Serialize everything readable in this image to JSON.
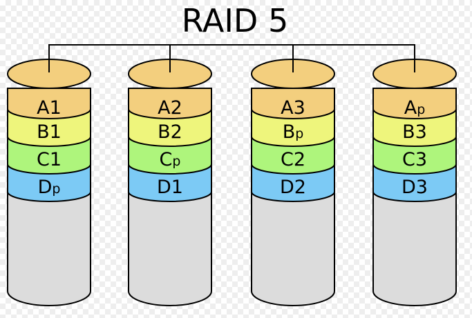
{
  "title": "RAID 5",
  "colors": {
    "A": "#f3cf7e",
    "B": "#eef57c",
    "C": "#aef57c",
    "D": "#7ccaf5",
    "empty": "#dcdcdc",
    "stroke": "#000000"
  },
  "disks": [
    {
      "blocks": [
        {
          "row": "A",
          "main": "A",
          "sub": "1"
        },
        {
          "row": "B",
          "main": "B",
          "sub": "1"
        },
        {
          "row": "C",
          "main": "C",
          "sub": "1"
        },
        {
          "row": "D",
          "main": "D",
          "sub": "p"
        }
      ]
    },
    {
      "blocks": [
        {
          "row": "A",
          "main": "A",
          "sub": "2"
        },
        {
          "row": "B",
          "main": "B",
          "sub": "2"
        },
        {
          "row": "C",
          "main": "C",
          "sub": "p"
        },
        {
          "row": "D",
          "main": "D",
          "sub": "1"
        }
      ]
    },
    {
      "blocks": [
        {
          "row": "A",
          "main": "A",
          "sub": "3"
        },
        {
          "row": "B",
          "main": "B",
          "sub": "p"
        },
        {
          "row": "C",
          "main": "C",
          "sub": "2"
        },
        {
          "row": "D",
          "main": "D",
          "sub": "2"
        }
      ]
    },
    {
      "blocks": [
        {
          "row": "A",
          "main": "A",
          "sub": "p"
        },
        {
          "row": "B",
          "main": "B",
          "sub": "3"
        },
        {
          "row": "C",
          "main": "C",
          "sub": "3"
        },
        {
          "row": "D",
          "main": "D",
          "sub": "3"
        }
      ]
    }
  ]
}
